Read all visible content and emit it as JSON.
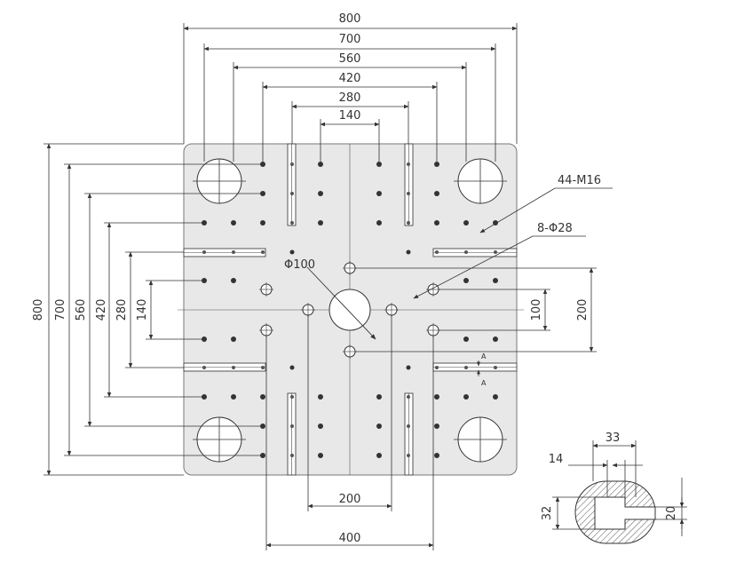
{
  "colors": {
    "line": "#333333",
    "plate_fill": "#e8e8e8",
    "plate_stroke": "#777777",
    "hatch": "#555555"
  },
  "dimensions": {
    "width_800": "800",
    "width_700": "700",
    "width_560": "560",
    "width_420": "420",
    "width_280": "280",
    "width_140": "140",
    "height_800": "800",
    "height_700": "700",
    "height_560": "560",
    "height_420": "420",
    "height_280": "280",
    "height_140": "140",
    "bottom_200": "200",
    "bottom_400": "400",
    "right_100": "100",
    "right_200": "200"
  },
  "callouts": {
    "tapped_holes": "44-M16",
    "through_holes": "8-Φ28",
    "center_bore": "Φ100",
    "section_marker": "A"
  },
  "tslot_detail": {
    "top_width": "33",
    "neck_width": "14",
    "depth": "32",
    "slot_depth": "20"
  }
}
